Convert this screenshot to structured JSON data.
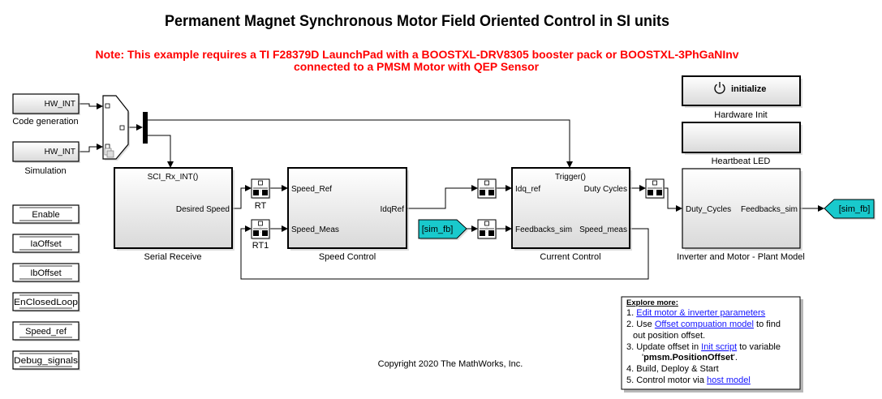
{
  "title": "Permanent Magnet Synchronous Motor Field Oriented Control in SI units",
  "note": {
    "line1": "Note: This example requires a TI F28379D LaunchPad with a BOOSTXL-DRV8305 booster pack or BOOSTXL-3PhGaNInv",
    "line2": "connected to a PMSM Motor with QEP Sensor"
  },
  "colors": {
    "note": "#ff0000",
    "tag_fill": "#19c9cc",
    "link": "#1515ff"
  },
  "blocks": {
    "code_generation": {
      "value": "HW_INT",
      "label": "Code generation"
    },
    "simulation": {
      "value": "HW_INT",
      "label": "Simulation"
    },
    "serial_receive": {
      "trigger": "SCI_Rx_INT()",
      "out_port": "Desired Speed",
      "label": "Serial Receive"
    },
    "rt": {
      "label": "RT"
    },
    "rt1": {
      "label": "RT1"
    },
    "speed_control": {
      "in_ports": [
        "Speed_Ref",
        "Speed_Meas"
      ],
      "out_port": "IdqRef",
      "label": "Speed Control"
    },
    "from_sim_fb": {
      "tag": "[sim_fb]"
    },
    "current_control": {
      "trigger": "Trigger()",
      "in_ports": [
        "Idq_ref",
        "Feedbacks_sim"
      ],
      "out_ports": [
        "Duty Cycles",
        "Speed_meas"
      ],
      "label": "Current Control"
    },
    "plant": {
      "in_port": "Duty_Cycles",
      "out_port": "Feedbacks_sim",
      "label": "Inverter and Motor - Plant Model"
    },
    "goto_sim_fb": {
      "tag": "[sim_fb]"
    },
    "hardware_init": {
      "button": "initialize",
      "icon": "power-icon",
      "label": "Hardware Init"
    },
    "heartbeat_led": {
      "label": "Heartbeat LED"
    }
  },
  "data_stores": [
    "Enable",
    "IaOffset",
    "IbOffset",
    "EnClosedLoop",
    "Speed_ref",
    "Debug_signals"
  ],
  "explore": {
    "heading": "Explore more:",
    "item1": {
      "prefix": "1. ",
      "link": "Edit motor & inverter parameters"
    },
    "item2": {
      "prefix": "2. Use ",
      "link": "Offset compuation model",
      "suffix": " to find",
      "cont": "out position offset."
    },
    "item3": {
      "prefix": "3. Update offset in ",
      "link": "Init script",
      "suffix": " to variable",
      "cont_open": "'",
      "cont_bold": "pmsm.PositionOffset",
      "cont_close": "'."
    },
    "item4": {
      "prefix": "4. Build, Deploy & Start"
    },
    "item5": {
      "prefix": "5. Control motor via ",
      "link": "host model"
    }
  },
  "copyright": "Copyright 2020 The MathWorks, Inc."
}
